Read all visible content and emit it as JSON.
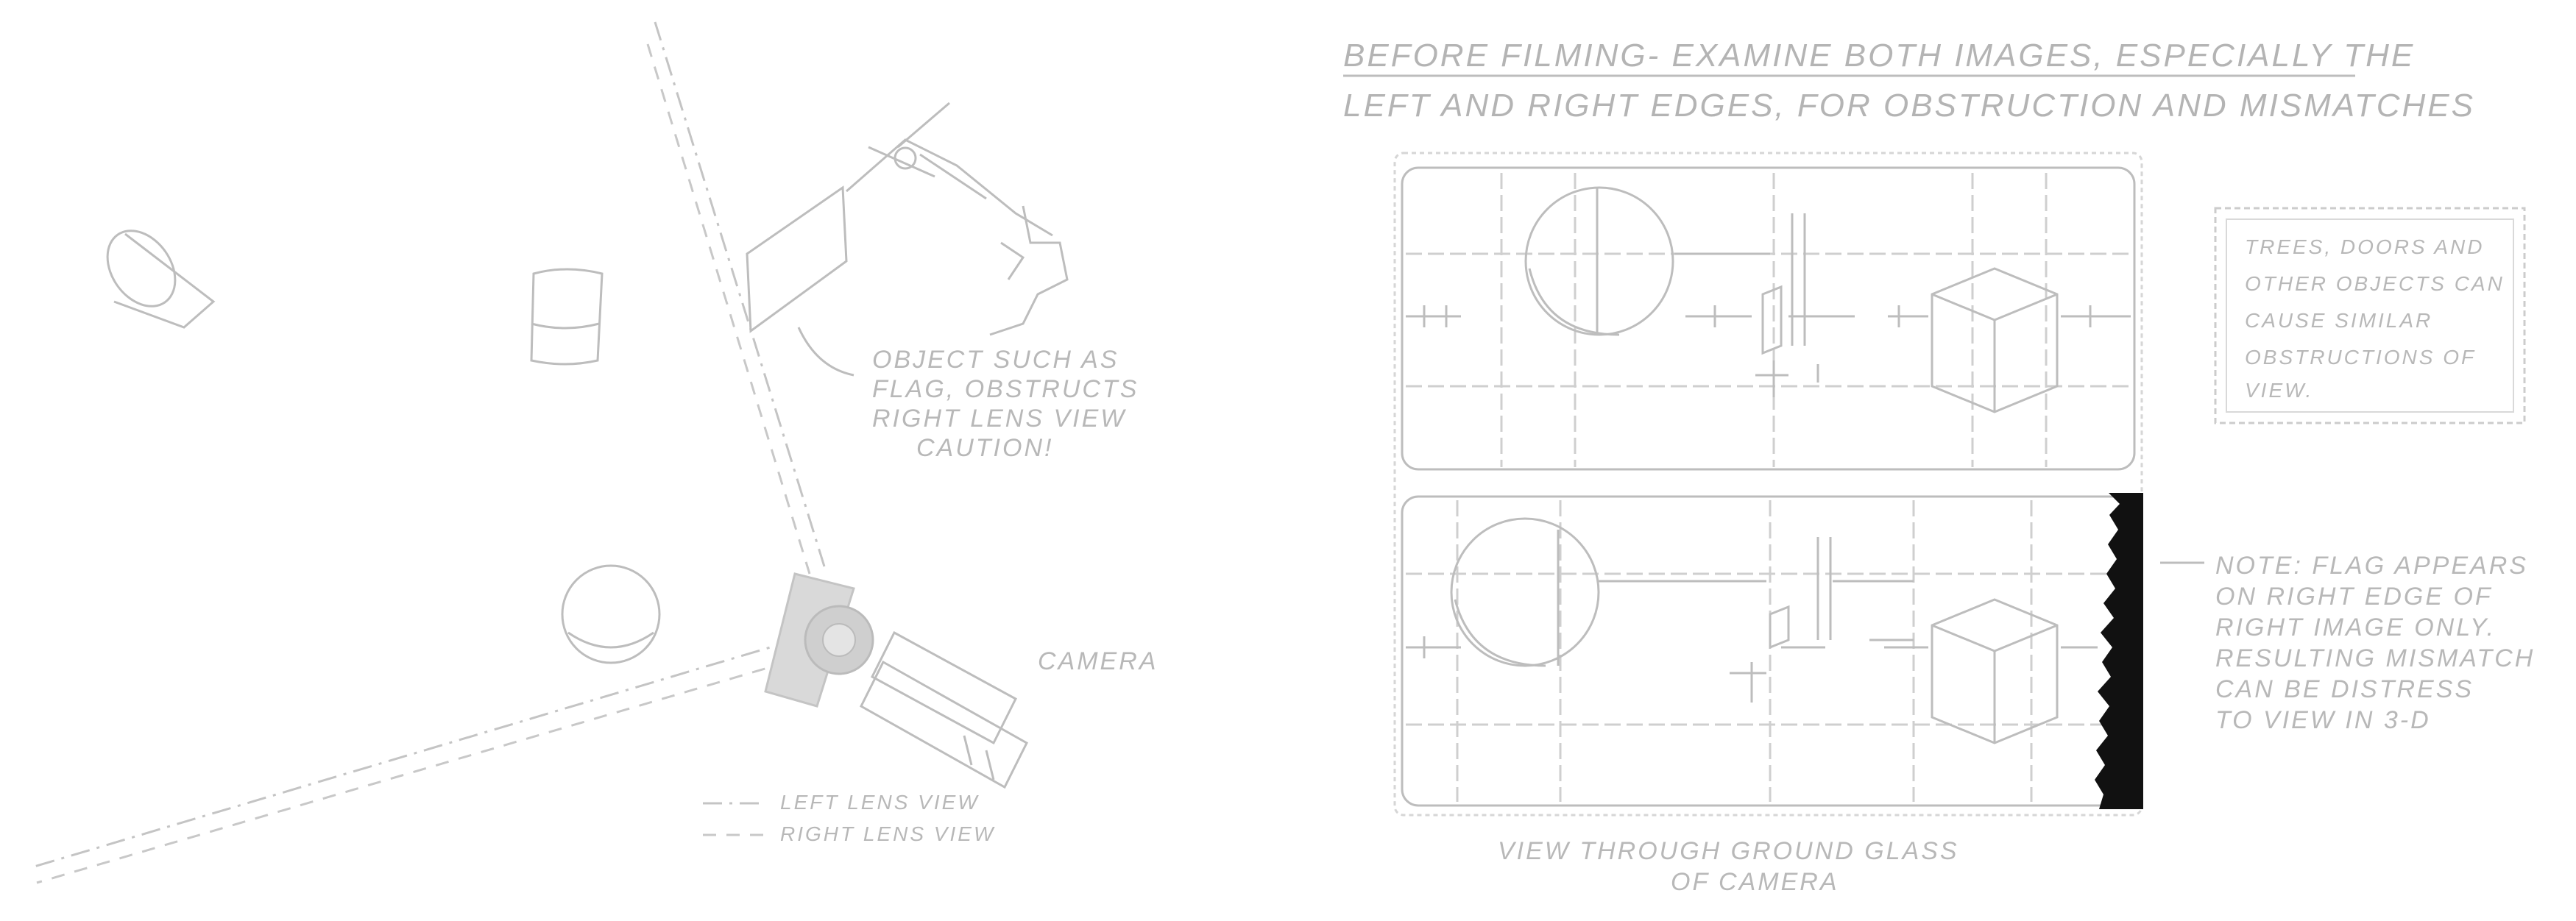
{
  "header": {
    "line1": "BEFORE FILMING- EXAMINE BOTH IMAGES, ESPECIALLY THE",
    "line2": "LEFT AND RIGHT EDGES, FOR OBSTRUCTION AND MISMATCHES"
  },
  "labels": {
    "object_note": [
      "OBJECT SUCH AS",
      "FLAG, OBSTRUCTS",
      "RIGHT LENS VIEW",
      "CAUTION!"
    ],
    "camera": "CAMERA",
    "legend_left": "LEFT LENS VIEW",
    "legend_right": "RIGHT LENS VIEW",
    "trees_note": [
      "TREES, DOORS AND",
      "OTHER OBJECTS CAN",
      "CAUSE SIMILAR",
      "OBSTRUCTIONS OF",
      "VIEW."
    ],
    "flag_note": [
      "NOTE: FLAG APPEARS",
      "ON RIGHT EDGE OF",
      "RIGHT IMAGE ONLY.",
      "RESULTING MISMATCH",
      "CAN BE DISTRESS",
      "TO VIEW IN 3-D"
    ],
    "caption": [
      "VIEW THROUGH GROUND GLASS",
      "OF CAMERA"
    ]
  },
  "colors": {
    "ink": "#bdbdbd",
    "dark": "#111111"
  }
}
